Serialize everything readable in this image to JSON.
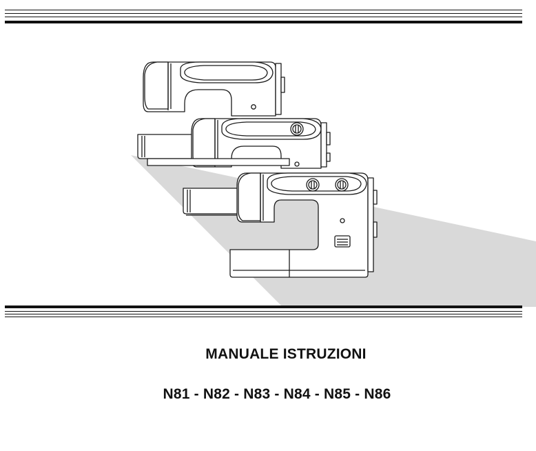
{
  "document": {
    "title": "MANUALE ISTRUZIONI",
    "models": "N81 - N82 - N83 - N84 - N85 - N86"
  },
  "illustration": {
    "subject": "sewing-machines",
    "count": 3,
    "colors": {
      "outline": "#1a1a1a",
      "body": "#ffffff",
      "shadow": "#d9d9d9"
    }
  }
}
